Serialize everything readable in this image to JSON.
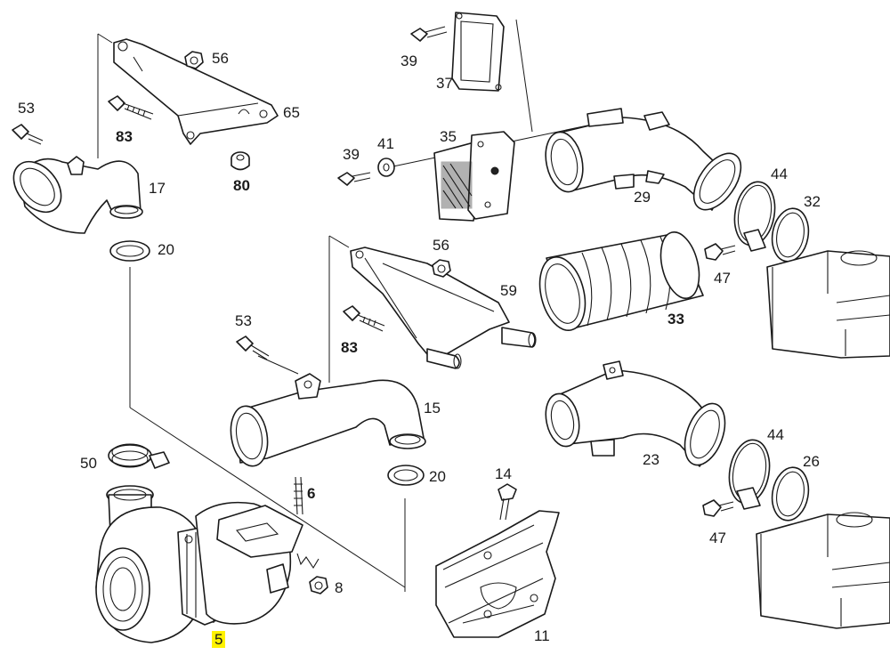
{
  "highlight_color": "#fff200",
  "callouts": [
    {
      "id": "c56a",
      "text": "56"
    },
    {
      "id": "c53a",
      "text": "53"
    },
    {
      "id": "c83a",
      "text": "83"
    },
    {
      "id": "c65",
      "text": "65"
    },
    {
      "id": "c80",
      "text": "80"
    },
    {
      "id": "c17",
      "text": "17"
    },
    {
      "id": "c20a",
      "text": "20"
    },
    {
      "id": "c39a",
      "text": "39"
    },
    {
      "id": "c37",
      "text": "37"
    },
    {
      "id": "c39b",
      "text": "39"
    },
    {
      "id": "c41",
      "text": "41"
    },
    {
      "id": "c35",
      "text": "35"
    },
    {
      "id": "c29",
      "text": "29"
    },
    {
      "id": "c44a",
      "text": "44"
    },
    {
      "id": "c32",
      "text": "32"
    },
    {
      "id": "c47a",
      "text": "47"
    },
    {
      "id": "c56b",
      "text": "56"
    },
    {
      "id": "c59",
      "text": "59"
    },
    {
      "id": "c83b",
      "text": "83"
    },
    {
      "id": "c33",
      "text": "33"
    },
    {
      "id": "c53b",
      "text": "53"
    },
    {
      "id": "c15",
      "text": "15"
    },
    {
      "id": "c20b",
      "text": "20"
    },
    {
      "id": "c50",
      "text": "50"
    },
    {
      "id": "c6",
      "text": "6"
    },
    {
      "id": "c14",
      "text": "14"
    },
    {
      "id": "c23",
      "text": "23"
    },
    {
      "id": "c44b",
      "text": "44"
    },
    {
      "id": "c26",
      "text": "26"
    },
    {
      "id": "c47b",
      "text": "47"
    },
    {
      "id": "c8",
      "text": "8"
    },
    {
      "id": "c11",
      "text": "11"
    },
    {
      "id": "c5",
      "text": "5"
    }
  ]
}
